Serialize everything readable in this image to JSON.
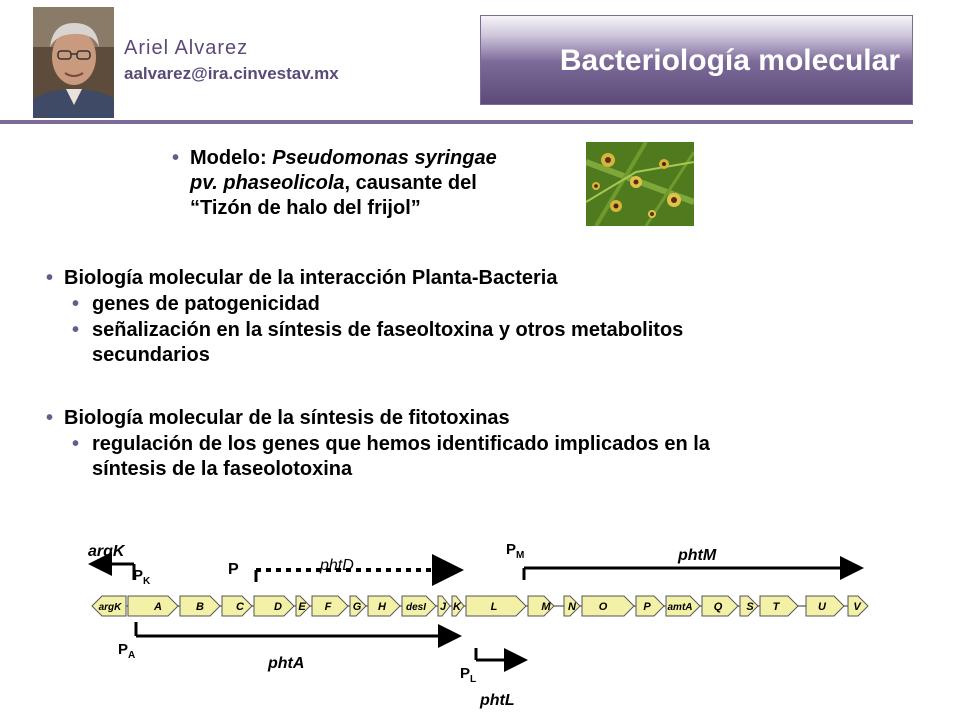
{
  "header": {
    "author_name": "Ariel Alvarez",
    "author_email": "aalvarez@ira.cinvestav.mx",
    "title": "Bacteriología molecular",
    "accent_color": "#5c4a79"
  },
  "model": {
    "line1_prefix": "Modelo: ",
    "line1_italic": "Pseudomonas syringae",
    "line2_italic": "pv. phaseolicola",
    "line2_suffix": ", causante del",
    "line3": "“Tizón de halo del frijol”"
  },
  "sections": [
    {
      "heading": "Biología molecular de la interacción Planta-Bacteria",
      "items": [
        "genes de patogenicidad",
        "señalización en la síntesis de faseoltoxina y otros metabolitos",
        "secundarios"
      ]
    },
    {
      "heading": "Biología molecular de la síntesis de fitotoxinas",
      "items": [
        "regulación de los genes que hemos identificado implicados en la",
        "síntesis de la faseolotoxina"
      ]
    }
  ],
  "gene_map": {
    "genes": [
      {
        "label": "argK",
        "dir": "left",
        "color": "#f3f0a8"
      },
      {
        "label": "A",
        "dir": "right",
        "color": "#f3f0a8"
      },
      {
        "label": "B",
        "dir": "right",
        "color": "#f3f0a8"
      },
      {
        "label": "C",
        "dir": "right",
        "color": "#f3f0a8"
      },
      {
        "label": "D",
        "dir": "right",
        "color": "#f3f0a8"
      },
      {
        "label": "E",
        "dir": "right",
        "color": "#f3f0a8"
      },
      {
        "label": "F",
        "dir": "right",
        "color": "#f3f0a8"
      },
      {
        "label": "G",
        "dir": "right",
        "color": "#f3f0a8"
      },
      {
        "label": "H",
        "dir": "right",
        "color": "#f3f0a8"
      },
      {
        "label": "desI",
        "dir": "right",
        "color": "#f3f0a8"
      },
      {
        "label": "J",
        "dir": "right",
        "color": "#f3f0a8"
      },
      {
        "label": "K",
        "dir": "right",
        "color": "#f3f0a8"
      },
      {
        "label": "L",
        "dir": "right",
        "color": "#f3f0a8"
      },
      {
        "label": "M",
        "dir": "right",
        "color": "#f3f0a8"
      },
      {
        "label": "N",
        "dir": "right",
        "color": "#f3f0a8"
      },
      {
        "label": "O",
        "dir": "right",
        "color": "#f3f0a8"
      },
      {
        "label": "P",
        "dir": "right",
        "color": "#f3f0a8"
      },
      {
        "label": "amtA",
        "dir": "right",
        "color": "#f3f0a8"
      },
      {
        "label": "Q",
        "dir": "right",
        "color": "#f3f0a8"
      },
      {
        "label": "S",
        "dir": "right",
        "color": "#f3f0a8"
      },
      {
        "label": "T",
        "dir": "right",
        "color": "#f3f0a8"
      },
      {
        "label": "U",
        "dir": "right",
        "color": "#f3f0a8"
      },
      {
        "label": "V",
        "dir": "right",
        "color": "#f3f0a8"
      }
    ],
    "promoters": [
      {
        "main": "P",
        "sub": "K"
      },
      {
        "main": "P",
        "sub": ""
      },
      {
        "main": "P",
        "sub": "M"
      },
      {
        "main": "P",
        "sub": "A"
      },
      {
        "main": "P",
        "sub": "L"
      }
    ],
    "transcripts": [
      "argK",
      "phtD",
      "phtM",
      "phtA",
      "phtL"
    ]
  }
}
